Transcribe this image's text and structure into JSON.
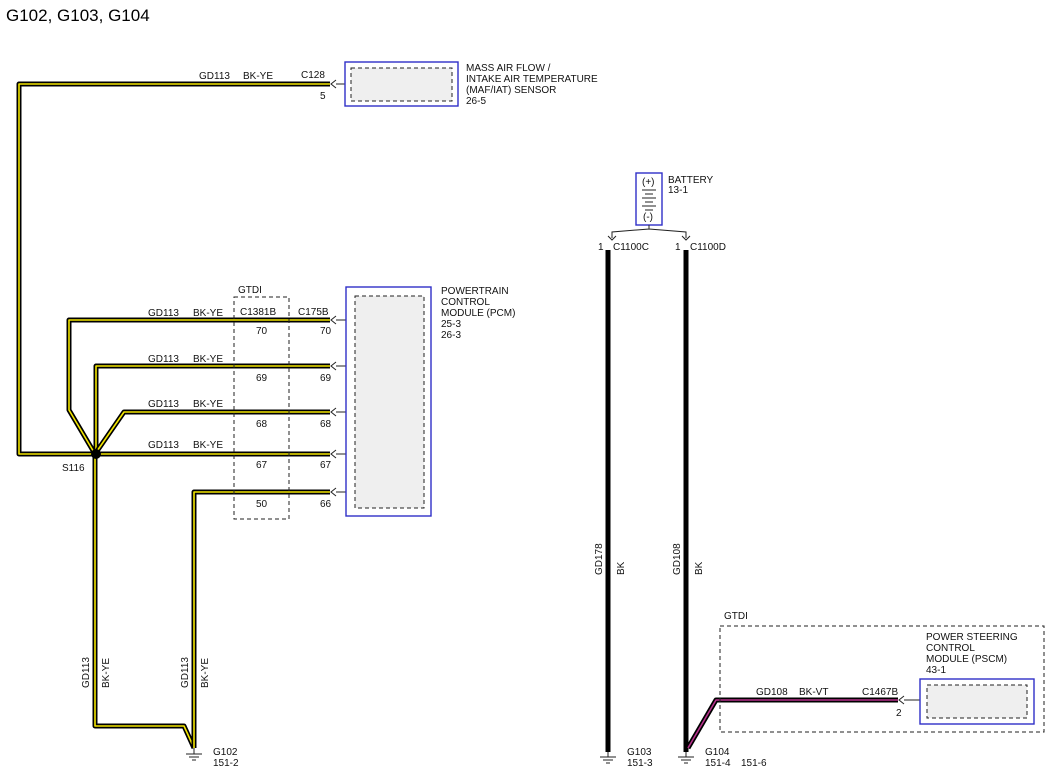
{
  "title": "G102, G103, G104",
  "maf": {
    "connector": "C128",
    "pin": "5",
    "circuit": "GD113",
    "color": "BK-YE",
    "label_lines": [
      "MASS AIR FLOW /",
      "INTAKE AIR TEMPERATURE",
      "(MAF/IAT) SENSOR",
      "26-5"
    ]
  },
  "pcm": {
    "label_lines": [
      "POWERTRAIN",
      "CONTROL",
      "MODULE (PCM)",
      "25-3",
      "26-3"
    ],
    "connector": "C175B",
    "inline_connector": "C1381B",
    "gtdi": "GTDI",
    "rows": [
      {
        "circuit": "GD113",
        "color": "BK-YE",
        "inline_pin": "70",
        "pin": "70"
      },
      {
        "circuit": "GD113",
        "color": "BK-YE",
        "inline_pin": "69",
        "pin": "69"
      },
      {
        "circuit": "GD113",
        "color": "BK-YE",
        "inline_pin": "68",
        "pin": "68"
      },
      {
        "circuit": "GD113",
        "color": "BK-YE",
        "inline_pin": "67",
        "pin": "67"
      },
      {
        "circuit": "",
        "color": "",
        "inline_pin": "50",
        "pin": "66"
      }
    ]
  },
  "splice": {
    "label": "S116"
  },
  "vertical_left": [
    {
      "circuit": "GD113",
      "color": "BK-YE"
    },
    {
      "circuit": "GD113",
      "color": "BK-YE"
    }
  ],
  "g102": {
    "name": "G102",
    "ref": "151-2"
  },
  "battery": {
    "label_lines": [
      "BATTERY",
      "13-1"
    ],
    "plus": "(+)",
    "minus": "(-)",
    "left": {
      "pin": "1",
      "connector": "C1100C",
      "circuit": "GD178",
      "color": "BK"
    },
    "right": {
      "pin": "1",
      "connector": "C1100D",
      "circuit": "GD108",
      "color": "BK"
    }
  },
  "g103": {
    "name": "G103",
    "ref": "151-3"
  },
  "g104": {
    "name": "G104",
    "ref": "151-4",
    "ref2": "151-6"
  },
  "pscm": {
    "gtdi": "GTDI",
    "label_lines": [
      "POWER STEERING",
      "CONTROL",
      "MODULE (PSCM)",
      "43-1"
    ],
    "circuit": "GD108",
    "color": "BK-VT",
    "connector": "C1467B",
    "pin": "2"
  },
  "colors": {
    "wire_yellow": "#f3e600",
    "wire_violet": "#b7318c",
    "component_frame": "#2f2fc8",
    "component_fill": "#efefef"
  }
}
